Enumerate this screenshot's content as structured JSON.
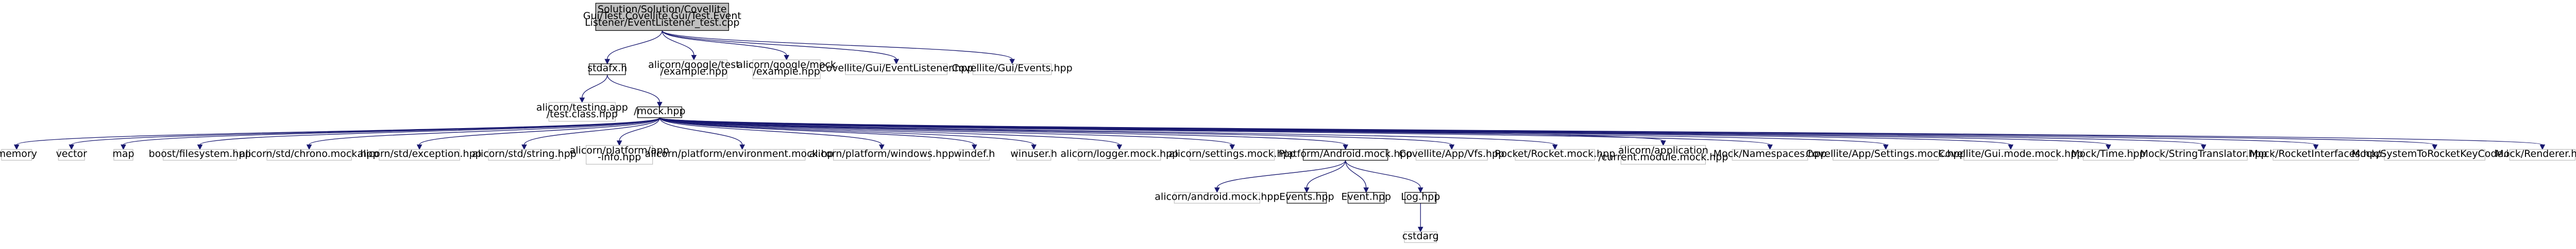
{
  "colors": {
    "root_fill": "#bfbfbf",
    "root_stroke": "#000000",
    "doc_stroke": "#000000",
    "external_stroke": "#bfbfbf",
    "node_fill": "#ffffff",
    "text": "#000000",
    "edge": "#191970"
  },
  "nodes": {
    "root": {
      "lines": [
        "Solution/Solution/Covellite",
        "Gui/Test.Covellite.Gui/Test.Event",
        "Listener/EventListener_test.cpp"
      ],
      "kind": "root"
    },
    "stdafx": {
      "lines": [
        "stdafx.h"
      ],
      "kind": "doc"
    },
    "gtest": {
      "lines": [
        "alicorn/google/test",
        "/example.hpp"
      ],
      "kind": "external"
    },
    "gmock": {
      "lines": [
        "alicorn/google/mock",
        "/example.hpp"
      ],
      "kind": "external"
    },
    "evlistener": {
      "lines": [
        "Covellite/Gui/EventListener.hpp"
      ],
      "kind": "external"
    },
    "events_root": {
      "lines": [
        "Covellite/Gui/Events.hpp"
      ],
      "kind": "external"
    },
    "testclass": {
      "lines": [
        "alicorn/testing.app",
        "/test.class.hpp"
      ],
      "kind": "external"
    },
    "mock": {
      "lines": [
        "/mock.hpp"
      ],
      "kind": "doc"
    },
    "memory": {
      "lines": [
        "memory"
      ],
      "kind": "external"
    },
    "vector": {
      "lines": [
        "vector"
      ],
      "kind": "external"
    },
    "map": {
      "lines": [
        "map"
      ],
      "kind": "external"
    },
    "boostfs": {
      "lines": [
        "boost/filesystem.hpp"
      ],
      "kind": "external"
    },
    "chrono": {
      "lines": [
        "alicorn/std/chrono.mock.hpp"
      ],
      "kind": "external"
    },
    "exception": {
      "lines": [
        "alicorn/std/exception.hpp"
      ],
      "kind": "external"
    },
    "string": {
      "lines": [
        "alicorn/std/string.hpp"
      ],
      "kind": "external"
    },
    "appinfo": {
      "lines": [
        "alicorn/platform/app",
        "-info.hpp"
      ],
      "kind": "external"
    },
    "environment": {
      "lines": [
        "alicorn/platform/environment.mock.hpp"
      ],
      "kind": "external"
    },
    "windows": {
      "lines": [
        "alicorn/platform/windows.hpp"
      ],
      "kind": "external"
    },
    "windef": {
      "lines": [
        "windef.h"
      ],
      "kind": "external"
    },
    "winuser": {
      "lines": [
        "winuser.h"
      ],
      "kind": "external"
    },
    "logger": {
      "lines": [
        "alicorn/logger.mock.hpp"
      ],
      "kind": "external"
    },
    "settings": {
      "lines": [
        "alicorn/settings.mock.hpp"
      ],
      "kind": "external"
    },
    "android": {
      "lines": [
        "Platform/Android.mock.hpp"
      ],
      "kind": "doc"
    },
    "vfs": {
      "lines": [
        "Covellite/App/Vfs.hpp"
      ],
      "kind": "external"
    },
    "rocket": {
      "lines": [
        "Rocket/Rocket.mock.hpp"
      ],
      "kind": "external"
    },
    "curmodule": {
      "lines": [
        "alicorn/application",
        "/current.module.mock.hpp"
      ],
      "kind": "external"
    },
    "namespaces": {
      "lines": [
        "Mock/Namespaces.hpp"
      ],
      "kind": "external"
    },
    "appsettings": {
      "lines": [
        "Covellite/App/Settings.mock.hpp"
      ],
      "kind": "external"
    },
    "guimode": {
      "lines": [
        "Covellite/Gui.mode.mock.hpp"
      ],
      "kind": "external"
    },
    "mocktime": {
      "lines": [
        "Mock/Time.hpp"
      ],
      "kind": "external"
    },
    "translator": {
      "lines": [
        "Mock/StringTranslator.hpp"
      ],
      "kind": "external"
    },
    "rocketif": {
      "lines": [
        "Mock/RocketInterfaces.hpp"
      ],
      "kind": "external"
    },
    "keycode": {
      "lines": [
        "Mock/SystemToRocketKeyCode.inl"
      ],
      "kind": "external"
    },
    "renderer": {
      "lines": [
        "Mock/Renderer.hpp"
      ],
      "kind": "external"
    },
    "androidmock": {
      "lines": [
        "alicorn/android.mock.hpp"
      ],
      "kind": "external"
    },
    "eventshpp": {
      "lines": [
        "Events.hpp"
      ],
      "kind": "doc"
    },
    "eventhpp": {
      "lines": [
        "Event.hpp"
      ],
      "kind": "doc"
    },
    "loghpp": {
      "lines": [
        "Log.hpp"
      ],
      "kind": "doc"
    },
    "cstdarg": {
      "lines": [
        "cstdarg"
      ],
      "kind": "external"
    }
  },
  "edges": [
    [
      "root",
      "stdafx"
    ],
    [
      "root",
      "gtest"
    ],
    [
      "root",
      "gmock"
    ],
    [
      "root",
      "evlistener"
    ],
    [
      "root",
      "events_root"
    ],
    [
      "stdafx",
      "testclass"
    ],
    [
      "stdafx",
      "mock"
    ],
    [
      "mock",
      "memory"
    ],
    [
      "mock",
      "vector"
    ],
    [
      "mock",
      "map"
    ],
    [
      "mock",
      "boostfs"
    ],
    [
      "mock",
      "chrono"
    ],
    [
      "mock",
      "exception"
    ],
    [
      "mock",
      "string"
    ],
    [
      "mock",
      "appinfo"
    ],
    [
      "mock",
      "environment"
    ],
    [
      "mock",
      "windows"
    ],
    [
      "mock",
      "windef"
    ],
    [
      "mock",
      "winuser"
    ],
    [
      "mock",
      "logger"
    ],
    [
      "mock",
      "settings"
    ],
    [
      "mock",
      "android"
    ],
    [
      "mock",
      "vfs"
    ],
    [
      "mock",
      "rocket"
    ],
    [
      "mock",
      "curmodule"
    ],
    [
      "mock",
      "namespaces"
    ],
    [
      "mock",
      "appsettings"
    ],
    [
      "mock",
      "guimode"
    ],
    [
      "mock",
      "mocktime"
    ],
    [
      "mock",
      "translator"
    ],
    [
      "mock",
      "rocketif"
    ],
    [
      "mock",
      "keycode"
    ],
    [
      "mock",
      "renderer"
    ],
    [
      "android",
      "androidmock"
    ],
    [
      "android",
      "eventshpp"
    ],
    [
      "android",
      "eventhpp"
    ],
    [
      "android",
      "loghpp"
    ],
    [
      "loghpp",
      "cstdarg"
    ]
  ]
}
